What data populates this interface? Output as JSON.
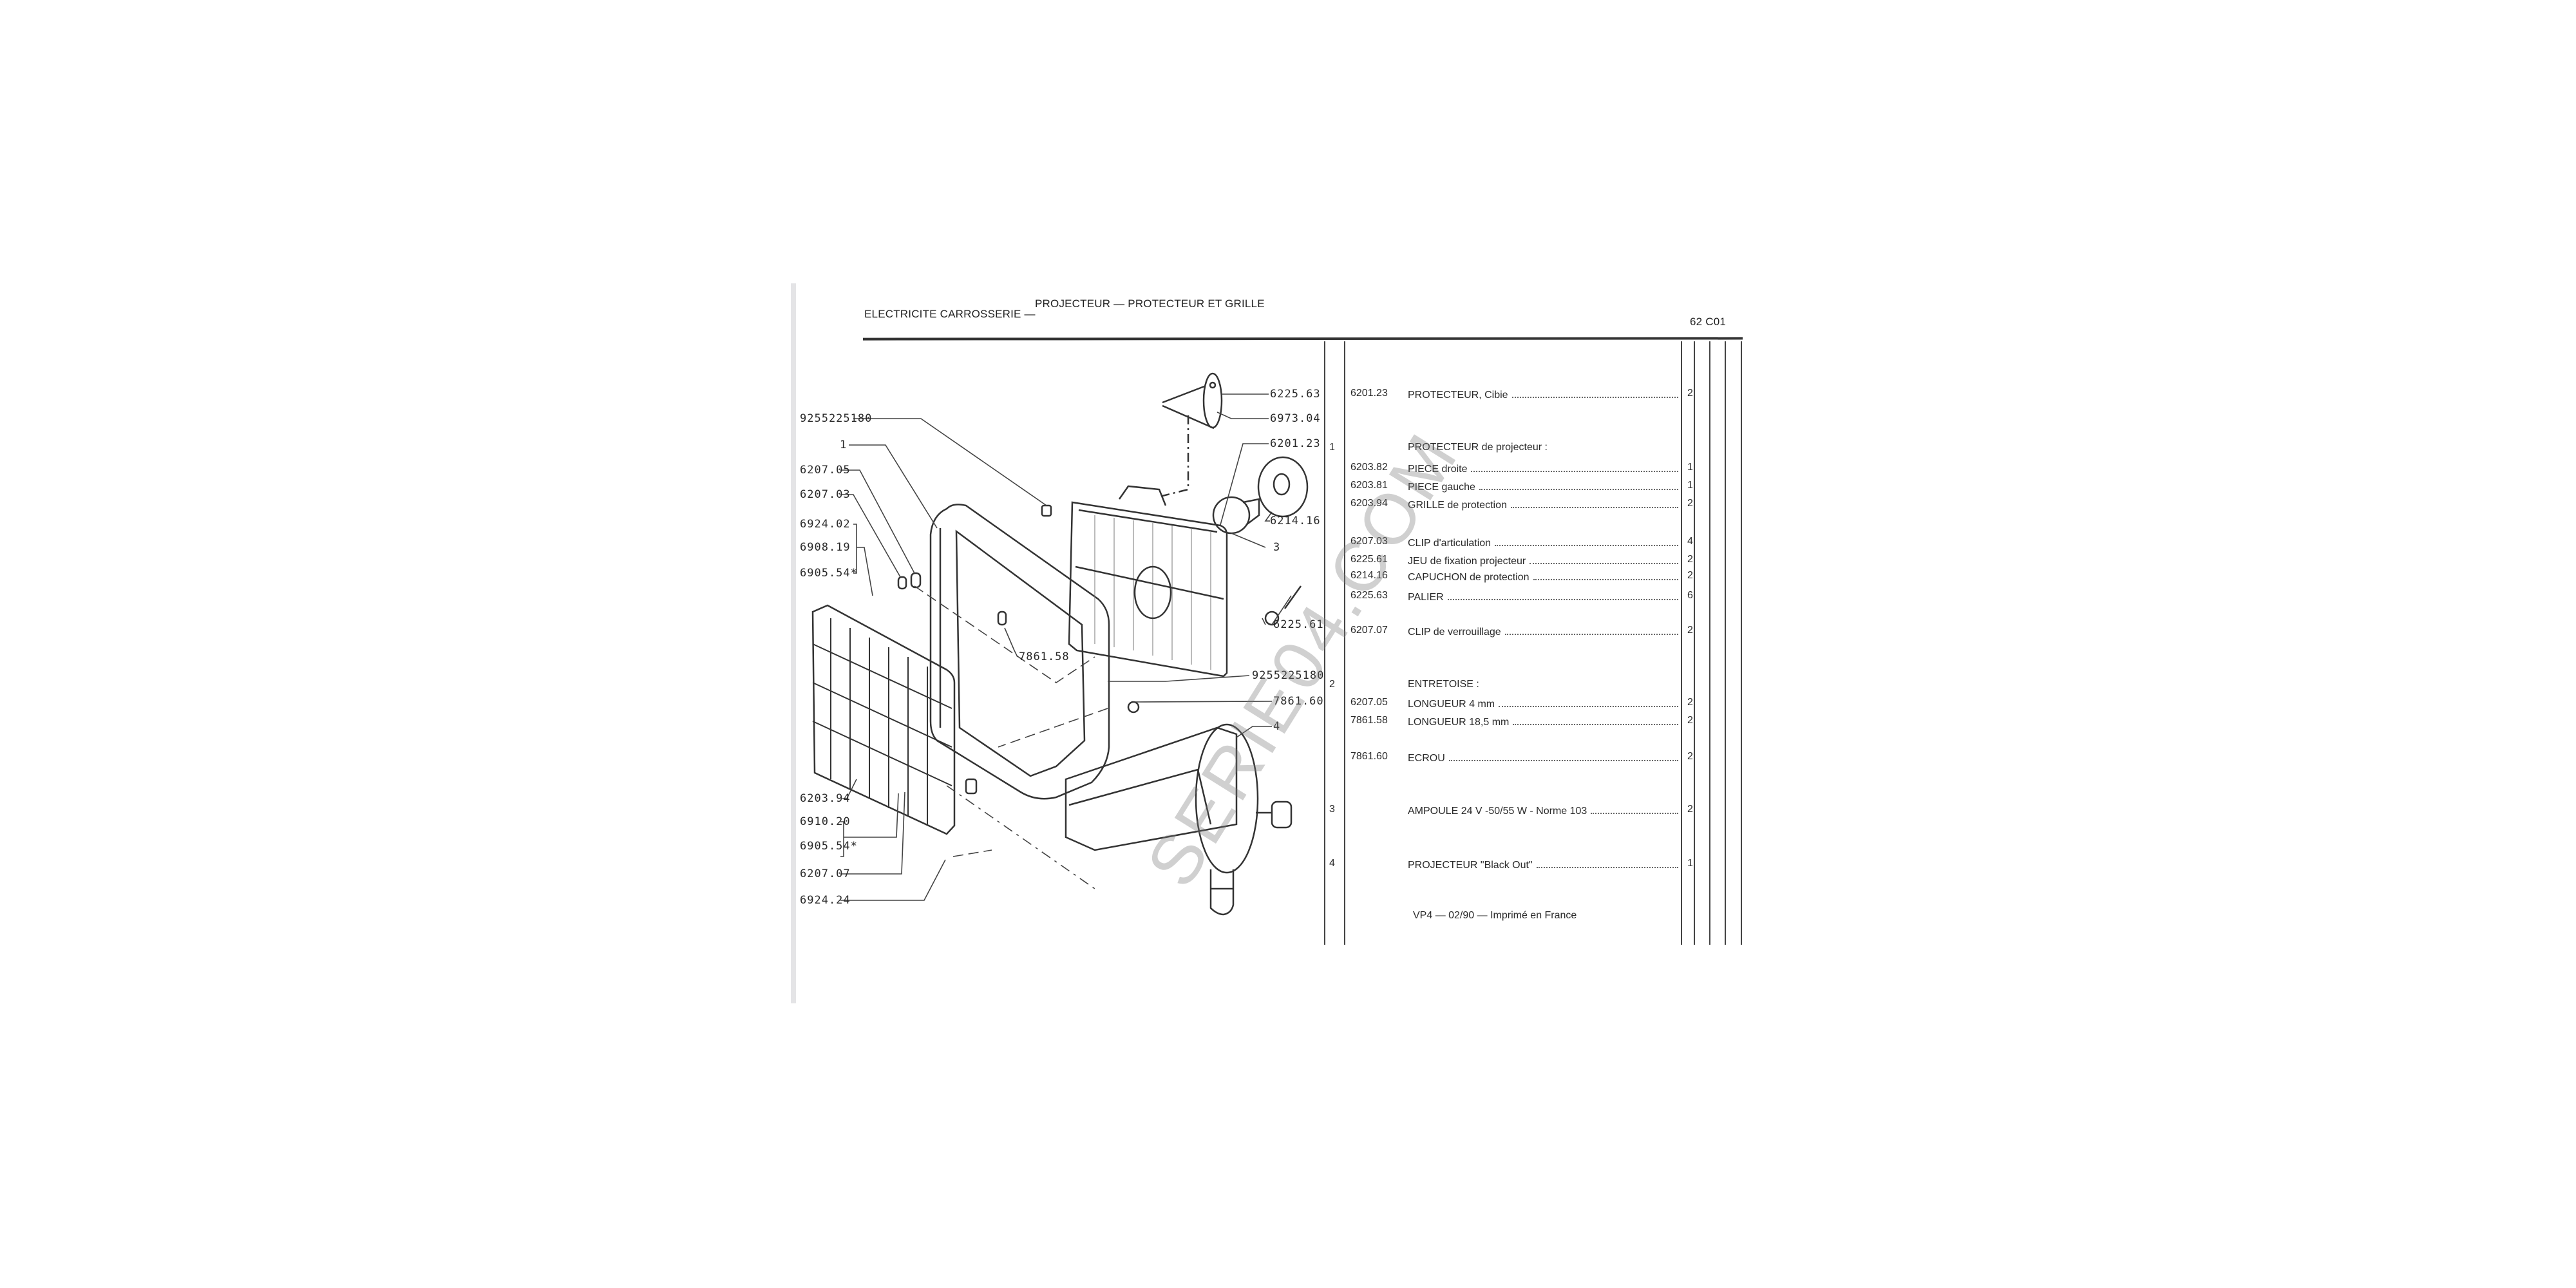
{
  "header": {
    "section": "ELECTRICITE CARROSSERIE —",
    "title": "PROJECTEUR — PROTECTEUR ET GRILLE",
    "page_code": "62 C01"
  },
  "table": {
    "rows": [
      {
        "item": "",
        "ref": "6201.23",
        "desc": "PROTECTEUR, Cibie",
        "qty": "2",
        "dots": true
      },
      {
        "item": "1",
        "ref": "",
        "desc": "PROTECTEUR de projecteur :",
        "qty": "",
        "dots": false
      },
      {
        "item": "",
        "ref": "6203.82",
        "desc": "PIECE droite",
        "qty": "1",
        "dots": true
      },
      {
        "item": "",
        "ref": "6203.81",
        "desc": "PIECE gauche",
        "qty": "1",
        "dots": true
      },
      {
        "item": "",
        "ref": "6203.94",
        "desc": "GRILLE de protection",
        "qty": "2",
        "dots": true
      },
      {
        "item": "",
        "ref": "6207.03",
        "desc": "CLIP d'articulation",
        "qty": "4",
        "dots": true
      },
      {
        "item": "",
        "ref": "6225.61",
        "desc": "JEU de fixation projecteur",
        "qty": "2",
        "dots": true
      },
      {
        "item": "",
        "ref": "6214.16",
        "desc": "CAPUCHON de protection",
        "qty": "2",
        "dots": true
      },
      {
        "item": "",
        "ref": "6225.63",
        "desc": "PALIER",
        "qty": "6",
        "dots": true
      },
      {
        "item": "",
        "ref": "6207.07",
        "desc": "CLIP de verrouillage",
        "qty": "2",
        "dots": true
      },
      {
        "item": "2",
        "ref": "",
        "desc": "ENTRETOISE :",
        "qty": "",
        "dots": false
      },
      {
        "item": "",
        "ref": "6207.05",
        "desc": "LONGUEUR 4 mm",
        "qty": "2",
        "dots": true
      },
      {
        "item": "",
        "ref": "7861.58",
        "desc": "LONGUEUR 18,5 mm",
        "qty": "2",
        "dots": true
      },
      {
        "item": "",
        "ref": "7861.60",
        "desc": "ECROU",
        "qty": "2",
        "dots": true
      },
      {
        "item": "3",
        "ref": "",
        "desc": "AMPOULE 24 V -50/55 W - Norme 103",
        "qty": "2",
        "dots": true
      },
      {
        "item": "4",
        "ref": "",
        "desc": "PROJECTEUR \"Black Out\"",
        "qty": "1",
        "dots": true
      }
    ],
    "footer": "VP4 — 02/90 — Imprimé en France"
  },
  "diagram": {
    "labels": [
      "6225.63",
      "6973.04",
      "6201.23",
      "9255225180",
      "1",
      "6207.05",
      "6207.03",
      "6924.02",
      "6908.19",
      "6905.54*",
      "6214.16",
      "3",
      "6225.61",
      "7861.58",
      "9255225180",
      "7861.60",
      "4",
      "6203.94",
      "6910.20",
      "6905.54*",
      "6207.07",
      "6924.24"
    ]
  },
  "watermark": "SERIE04.COM"
}
